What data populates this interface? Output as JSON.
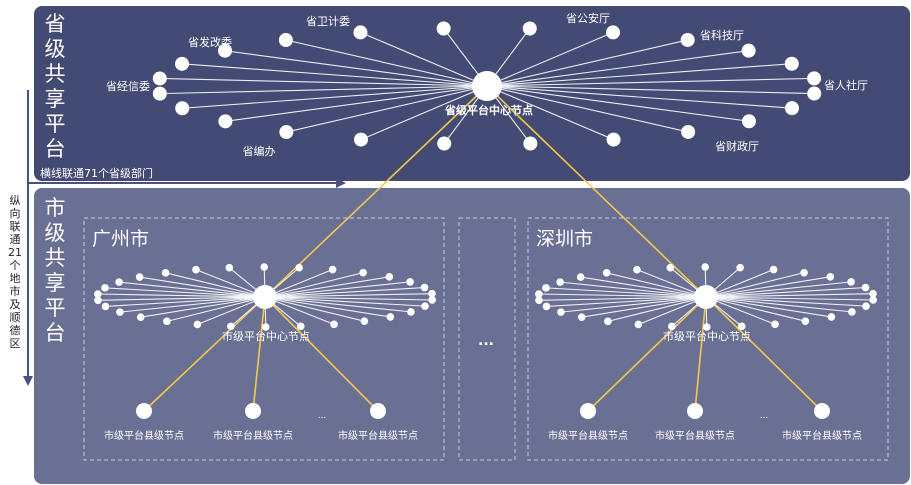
{
  "provincial": {
    "title": "省级共享平台",
    "center_label": "省级平台中心节点",
    "horizontal_note": "横线联通71个省级部门",
    "departments": [
      "省卫计委",
      "省发改委",
      "省公安厅",
      "省科技厅",
      "省经信委",
      "省人社厅",
      "省编办",
      "省财政厅"
    ]
  },
  "vertical_note": "纵向联通21个地市及顺德区",
  "municipal": {
    "title": "市级共享平台",
    "ellipsis": "...",
    "cities": [
      {
        "name": "广州市",
        "center_label": "市级平台中心节点",
        "county_label": "市级平台县级节点",
        "dots": "..."
      },
      {
        "name": "深圳市",
        "center_label": "市级平台中心节点",
        "county_label": "市级平台县级节点",
        "dots": "..."
      }
    ]
  },
  "colors": {
    "provincial_bg": "#434a73",
    "municipal_bg": "#6a6f94",
    "link": "#f2c94c",
    "node": "#ffffff",
    "arrow": "#4a5080"
  }
}
